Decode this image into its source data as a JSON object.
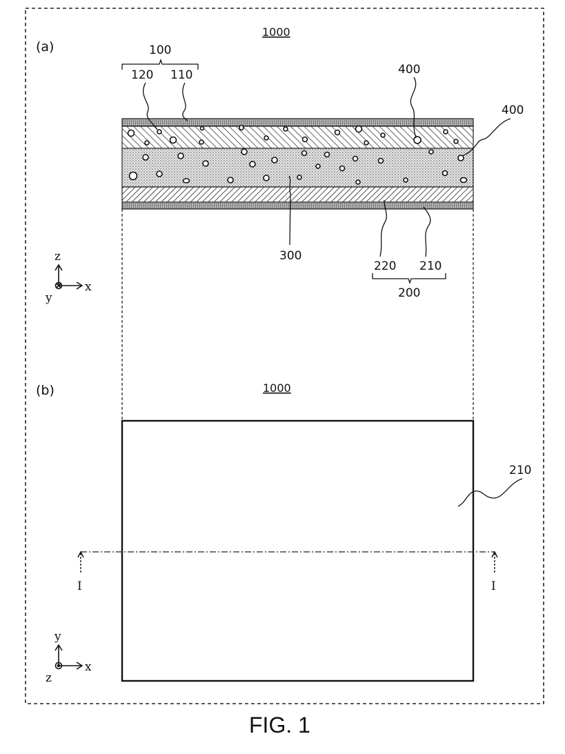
{
  "figure_title": "FIG. 1",
  "panel_a": {
    "label": "(a)",
    "ref_number": "1000",
    "labels": {
      "l100": "100",
      "l120": "120",
      "l110": "110",
      "l400a": "400",
      "l400b": "400",
      "l300": "300",
      "l220": "220",
      "l210": "210",
      "l200": "200"
    },
    "axes": {
      "up": "z",
      "right": "x",
      "into": "y"
    }
  },
  "panel_b": {
    "label": "(b)",
    "ref_number": "1000",
    "labels": {
      "l210": "210",
      "section_left": "I",
      "section_right": "I"
    },
    "axes": {
      "up": "y",
      "right": "x",
      "out": "z"
    }
  },
  "colors": {
    "line": "#111111",
    "dashed_border": "#222222",
    "layer_fill": "#c8c8c8"
  }
}
